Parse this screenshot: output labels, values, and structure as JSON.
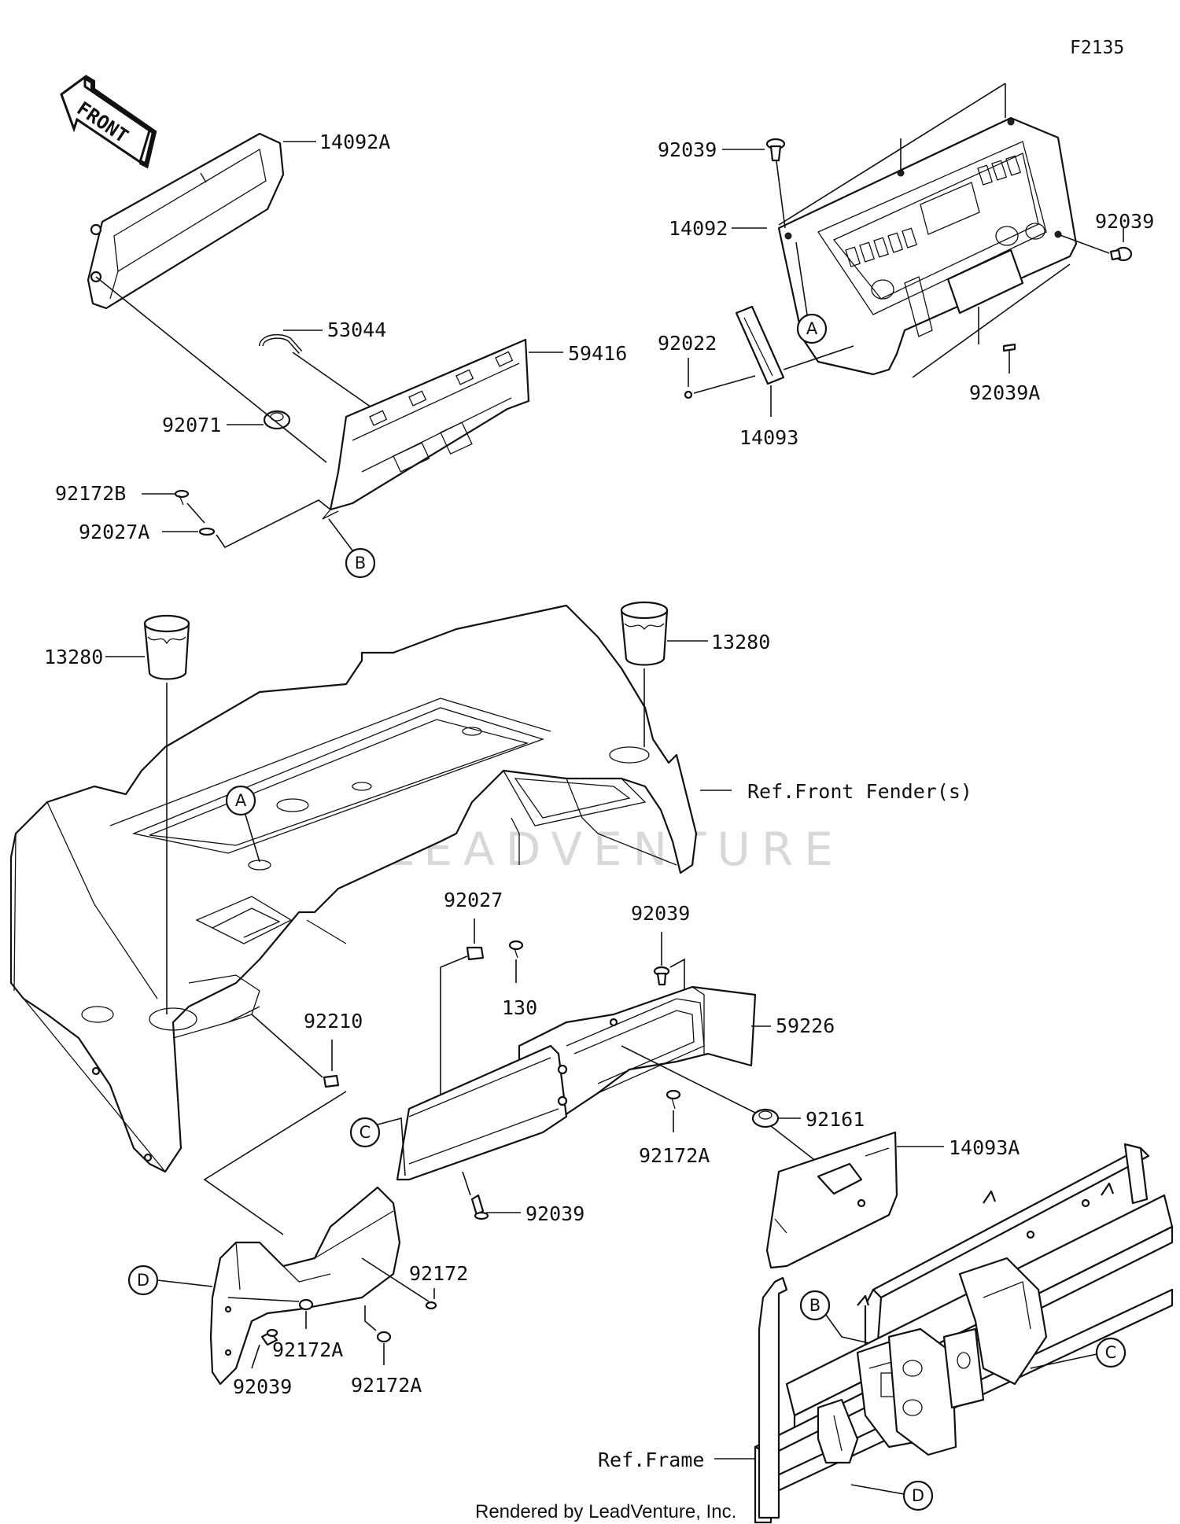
{
  "diagram": {
    "code": "F2135",
    "front_label": "FRONT",
    "watermark": "LEADVENTURE",
    "footer": "Rendered by LeadVenture, Inc.",
    "refs": {
      "front_fender": "Ref.Front Fender(s)",
      "frame": "Ref.Frame"
    },
    "callouts": {
      "a": "A",
      "b": "B",
      "c": "C",
      "d": "D"
    },
    "parts": {
      "p14092A": "14092A",
      "p53044": "53044",
      "p59416": "59416",
      "p92071": "92071",
      "p92172B": "92172B",
      "p92027A": "92027A",
      "p92039_top": "92039",
      "p92039_right": "92039",
      "p14092": "14092",
      "p92022": "92022",
      "p14093": "14093",
      "p92039A": "92039A",
      "p13280_left": "13280",
      "p13280_right": "13280",
      "p92027": "92027",
      "p130": "130",
      "p92039_mid": "92039",
      "p59226": "59226",
      "p92210": "92210",
      "p92161": "92161",
      "p92172A_mid": "92172A",
      "p14093A": "14093A",
      "p92039_low": "92039",
      "p92172": "92172",
      "p92172A_left": "92172A",
      "p92039_bottom": "92039",
      "p92172A_bottom": "92172A"
    }
  }
}
